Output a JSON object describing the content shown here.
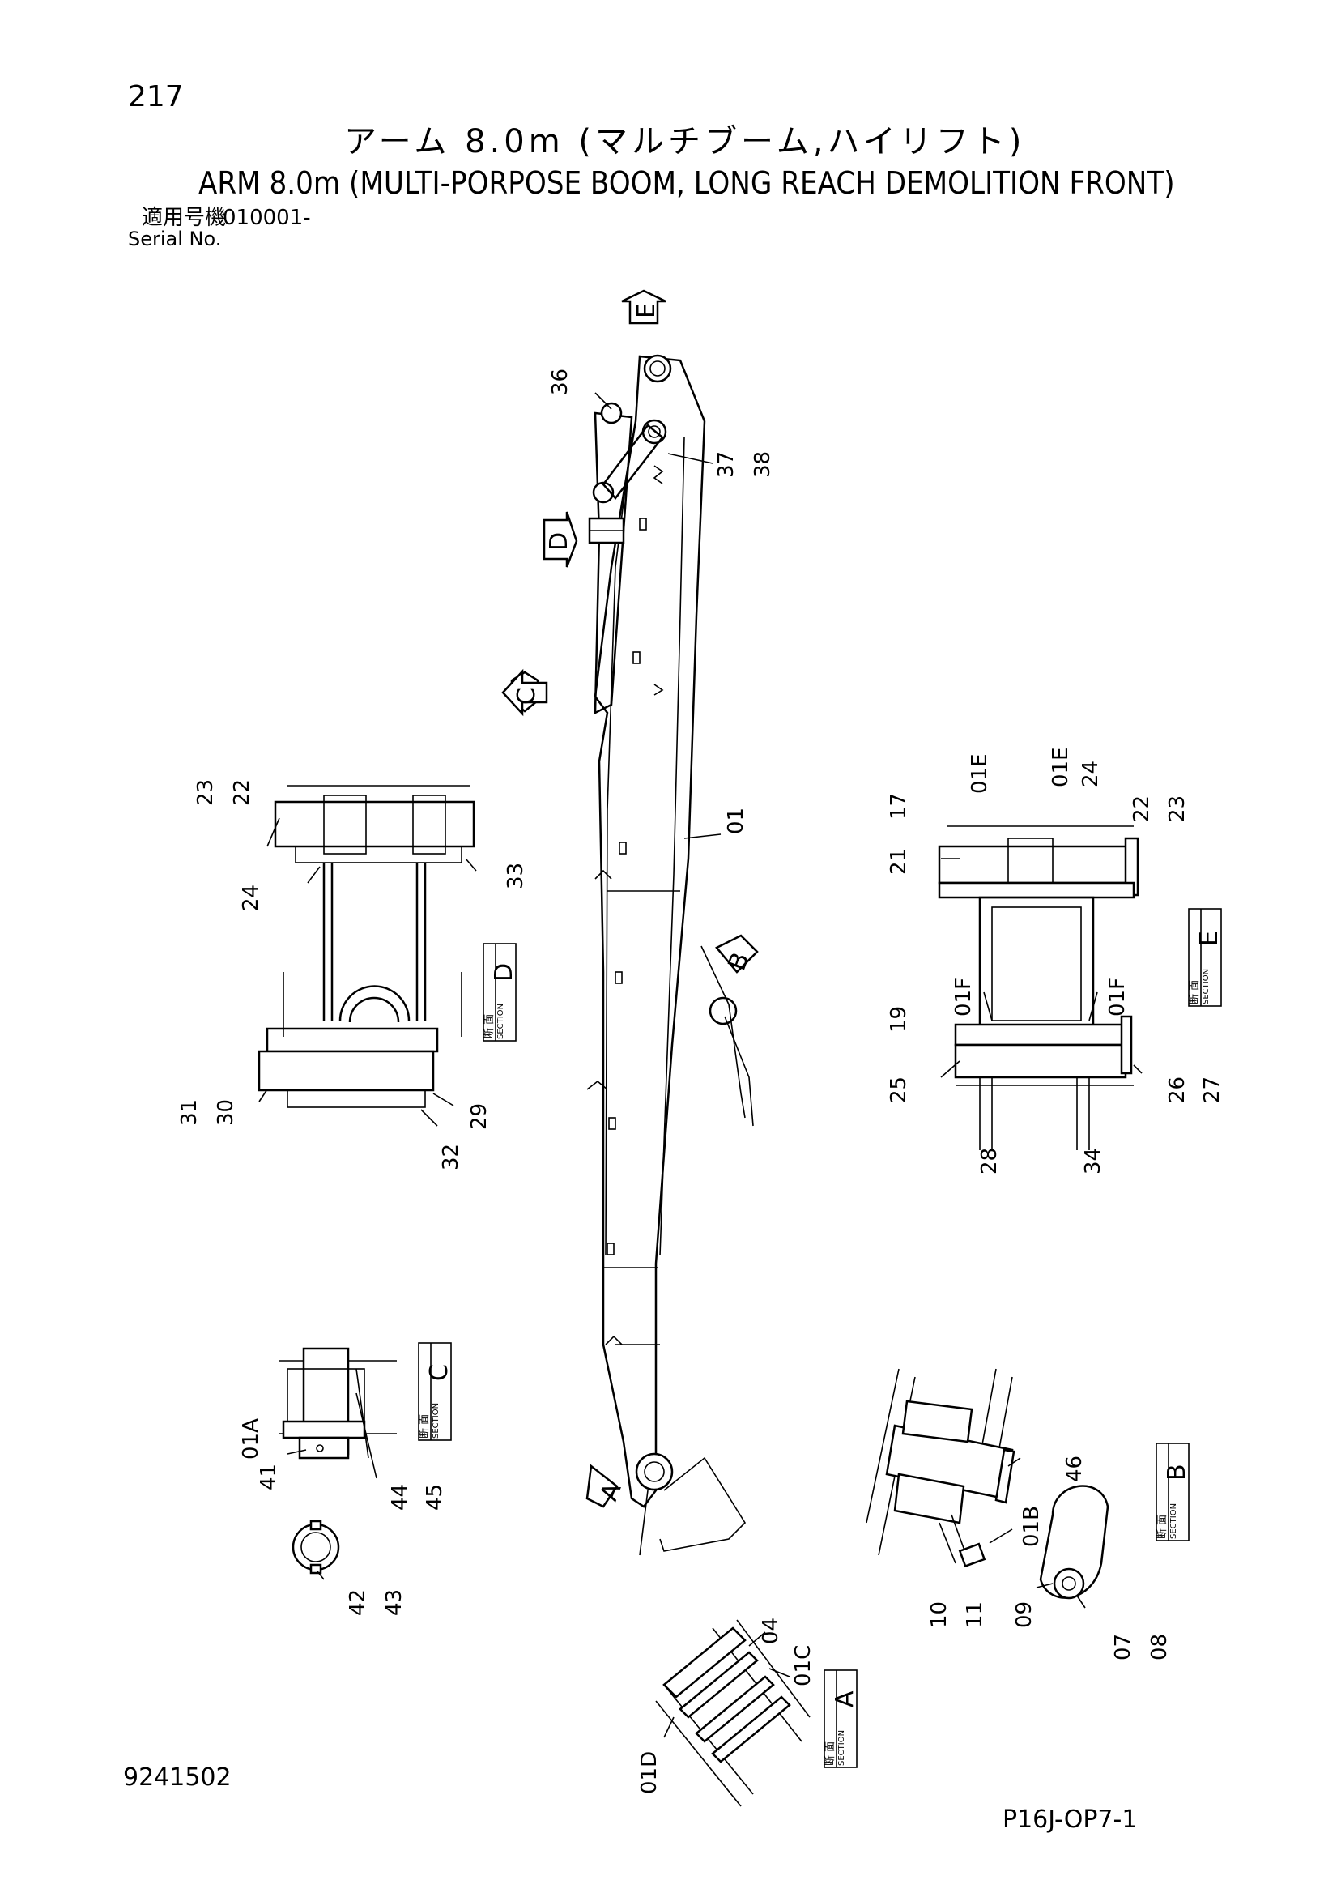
{
  "header": {
    "page_number": "217",
    "title_jp": "アーム 8.0m (マルチブーム,ハイリフト)",
    "title_en": "ARM 8.0m (MULTI-PORPOSE BOOM, LONG REACH DEMOLITION FRONT)",
    "serial_label_jp": "適用号機",
    "serial_value": "010001-",
    "serial_label_en": "Serial No."
  },
  "footer": {
    "document_number": "9241502",
    "sheet_code": "P16J-OP7-1"
  },
  "view_markers": [
    "A",
    "B",
    "C",
    "D",
    "E"
  ],
  "section_label": {
    "jp": "断 面",
    "en": "SECTION"
  },
  "sections": {
    "A": {
      "letter": "A",
      "parts": [
        "01D",
        "04",
        "01C"
      ]
    },
    "B": {
      "letter": "B",
      "parts": [
        "46",
        "01B",
        "10",
        "11",
        "09",
        "07",
        "08"
      ]
    },
    "C": {
      "letter": "C",
      "parts": [
        "01A",
        "41",
        "44",
        "45",
        "42",
        "43"
      ]
    },
    "D": {
      "letter": "D",
      "parts": [
        "23",
        "22",
        "24",
        "33",
        "31",
        "30",
        "32",
        "29"
      ]
    },
    "E": {
      "letter": "E",
      "parts": [
        "17",
        "01E",
        "01E",
        "24",
        "22",
        "23",
        "21",
        "01F",
        "01F",
        "19",
        "25",
        "26",
        "27",
        "28",
        "34"
      ]
    }
  },
  "main_view": {
    "parts": [
      "36",
      "37",
      "38",
      "01"
    ]
  }
}
